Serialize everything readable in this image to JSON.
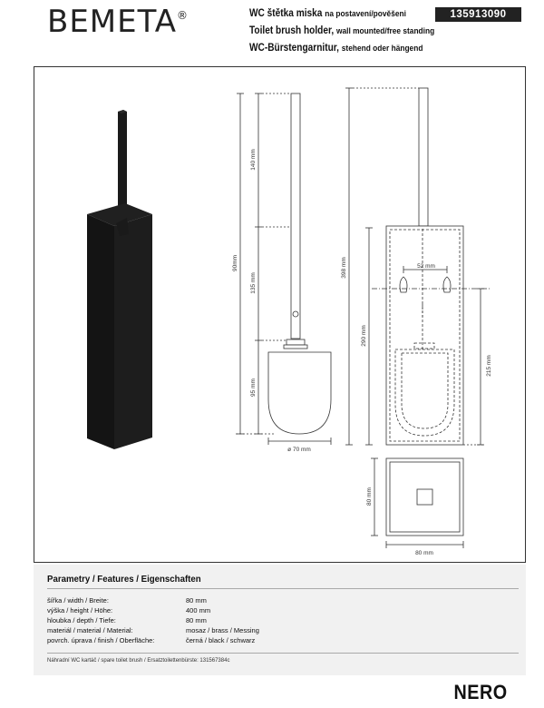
{
  "brand": {
    "name": "BEMETA",
    "registered": "®"
  },
  "product": {
    "code": "135913090",
    "titles": [
      {
        "main": "WC štětka miska",
        "sub": "na postavení/pověšeni"
      },
      {
        "main": "Toilet brush holder,",
        "sub": "wall mounted/free standing"
      },
      {
        "main": "WC-Bürstengarnitur,",
        "sub": "stehend oder hängend"
      }
    ],
    "collection": "NERO"
  },
  "dimensions": {
    "d140": "140 mm",
    "d90": "90mm",
    "d135": "135 mm",
    "d95": "95 mm",
    "d_diam70": "ø 70 mm",
    "d398": "398 mm",
    "d52": "52 mm",
    "d290": "290 mm",
    "d215": "215 mm",
    "d80_h": "80 mm",
    "d80_w": "80 mm"
  },
  "parameters": {
    "title": "Parametry / Features / Eigenschaften",
    "rows": [
      {
        "label": "šířka / width / Breite:",
        "value": "80 mm"
      },
      {
        "label": "výška / height / Höhe:",
        "value": "400 mm"
      },
      {
        "label": "hloubka / depth / Tiefe:",
        "value": "80 mm"
      },
      {
        "label": "materiál / material / Material:",
        "value": "mosaz / brass / Messing"
      },
      {
        "label": "povrch. úprava / finish / Oberfläche:",
        "value": "černá / black / schwarz"
      }
    ],
    "spare": "Náhradní WC kartáč / spare toilet brush / Ersatztoilettenbürste: 131567384c"
  },
  "colors": {
    "product": "#1b1b1b",
    "line": "#333333",
    "panel": "#f1f1f1"
  }
}
